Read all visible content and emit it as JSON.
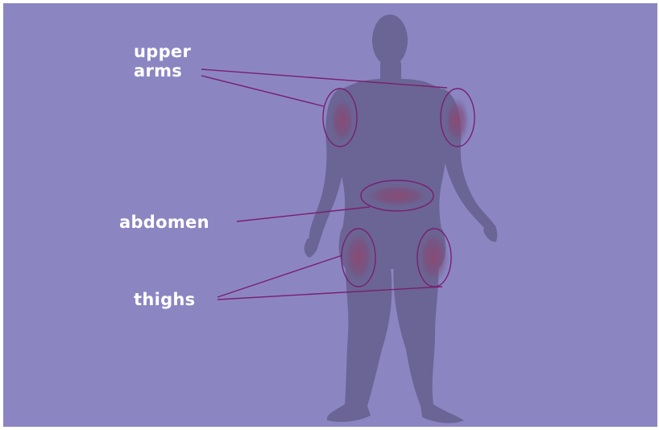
{
  "labels": {
    "upper_arms_line1": "upper",
    "upper_arms_line2": "arms",
    "abdomen": "abdomen",
    "thighs": "thighs"
  },
  "colors": {
    "background": "#8b86c2",
    "silhouette": "#6a6594",
    "leader_line": "#7a1f6e",
    "highlight": "#8c4a72",
    "label_text": "#ffffff"
  }
}
